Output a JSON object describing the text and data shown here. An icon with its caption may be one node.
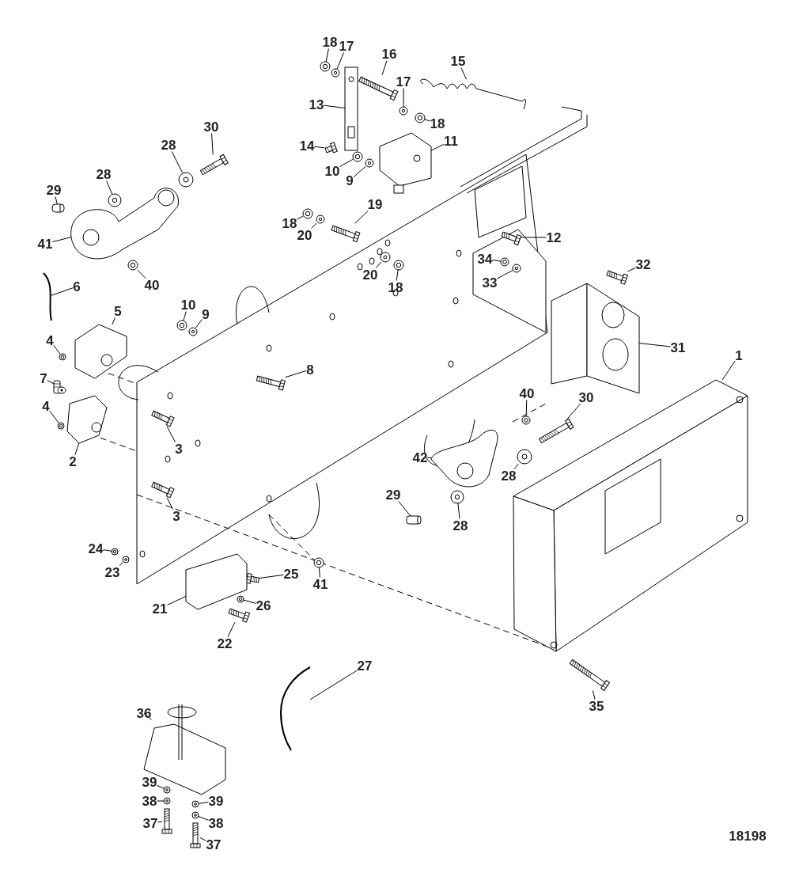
{
  "diagram": {
    "nodes": [
      {
        "text": [
          "18"
        ]
      },
      {
        "text": [
          "15"
        ]
      },
      {
        "text": [
          "17"
        ]
      },
      {
        "text": [
          "16"
        ]
      },
      {
        "text": [
          "17"
        ]
      },
      {
        "text": [
          "13"
        ]
      },
      {
        "text": [
          "18"
        ]
      },
      {
        "text": [
          "30"
        ]
      },
      {
        "text": [
          "11"
        ]
      },
      {
        "text": [
          "28"
        ]
      },
      {
        "text": [
          "14"
        ]
      },
      {
        "text": [
          "10"
        ]
      },
      {
        "text": [
          "9"
        ]
      },
      {
        "text": [
          "28"
        ]
      },
      {
        "text": [
          "29"
        ]
      },
      {
        "text": [
          "19"
        ]
      },
      {
        "text": [
          "18"
        ]
      },
      {
        "text": [
          "12"
        ]
      },
      {
        "text": [
          "20"
        ]
      },
      {
        "text": [
          "41"
        ]
      },
      {
        "text": [
          "34"
        ]
      },
      {
        "text": [
          "32"
        ]
      },
      {
        "text": [
          "20"
        ]
      },
      {
        "text": [
          "33"
        ]
      },
      {
        "text": [
          "40"
        ]
      },
      {
        "text": [
          "6"
        ]
      },
      {
        "text": [
          "18"
        ]
      },
      {
        "text": [
          "10"
        ]
      },
      {
        "text": [
          "5"
        ]
      },
      {
        "text": [
          "9"
        ]
      },
      {
        "text": [
          "31"
        ]
      },
      {
        "text": [
          "1"
        ]
      },
      {
        "text": [
          "4"
        ]
      },
      {
        "text": [
          "8"
        ]
      },
      {
        "text": [
          "7"
        ]
      },
      {
        "text": [
          "40"
        ]
      },
      {
        "text": [
          "30"
        ]
      },
      {
        "text": [
          "4"
        ]
      },
      {
        "text": [
          "3"
        ]
      },
      {
        "text": [
          "42"
        ]
      },
      {
        "text": [
          "2"
        ]
      },
      {
        "text": [
          "28"
        ]
      },
      {
        "text": [
          "29"
        ]
      },
      {
        "text": [
          "3"
        ]
      },
      {
        "text": [
          "28"
        ]
      },
      {
        "text": [
          "24"
        ]
      },
      {
        "text": [
          "23"
        ]
      },
      {
        "text": [
          "25"
        ]
      },
      {
        "text": [
          "41"
        ]
      },
      {
        "text": [
          "26"
        ]
      },
      {
        "text": [
          "21"
        ]
      },
      {
        "text": [
          "22"
        ]
      },
      {
        "text": [
          "27"
        ]
      },
      {
        "text": [
          "35"
        ]
      },
      {
        "text": [
          "36"
        ]
      },
      {
        "text": [
          "39"
        ]
      },
      {
        "text": [
          "38"
        ]
      },
      {
        "text": [
          "39"
        ]
      },
      {
        "text": [
          "37"
        ]
      },
      {
        "text": [
          "38"
        ]
      },
      {
        "text": [
          "37"
        ]
      },
      {
        "text": [],
        "shape": "picture"
      },
      {
        "text": [],
        "shape": "picture"
      },
      {
        "text": [],
        "shape": "picture"
      },
      {
        "text": [],
        "shape": "picture"
      },
      {
        "text": [],
        "shape": "picture"
      },
      {
        "text": [],
        "shape": "picture"
      },
      {
        "text": [],
        "shape": "picture"
      },
      {
        "text": [],
        "shape": "picture"
      },
      {
        "text": [],
        "shape": "picture"
      },
      {
        "text": [],
        "shape": "picture"
      },
      {
        "text": [],
        "shape": "picture"
      },
      {
        "text": [],
        "shape": "picture"
      },
      {
        "text": [],
        "shape": "picture"
      },
      {
        "text": [],
        "shape": "picture"
      },
      {
        "text": [],
        "shape": "picture"
      },
      {
        "text": [],
        "shape": "picture"
      },
      {
        "text": [],
        "shape": "picture"
      },
      {
        "text": [],
        "shape": "picture"
      },
      {
        "text": [],
        "shape": "picture"
      },
      {
        "text": [],
        "shape": "picture"
      },
      {
        "text": [],
        "shape": "picture"
      },
      {
        "text": [],
        "shape": "picture"
      },
      {
        "text": [],
        "shape": "picture"
      },
      {
        "text": [],
        "shape": "picture"
      },
      {
        "text": [],
        "shape": "picture"
      },
      {
        "text": [],
        "shape": "picture"
      },
      {
        "text": [],
        "shape": "picture"
      },
      {
        "text": [],
        "shape": "picture"
      },
      {
        "text": [],
        "shape": "picture"
      },
      {
        "text": [],
        "shape": "picture"
      },
      {
        "text": [],
        "shape": "picture"
      },
      {
        "text": [],
        "shape": "picture"
      },
      {
        "text": [],
        "shape": "picture"
      },
      {
        "text": [],
        "shape": "picture"
      },
      {
        "text": [],
        "shape": "picture"
      },
      {
        "text": [],
        "shape": "picture"
      },
      {
        "text": [],
        "shape": "picture"
      },
      {
        "text": [],
        "shape": "picture"
      },
      {
        "text": [],
        "shape": "picture"
      },
      {
        "text": [],
        "shape": "picture"
      },
      {
        "text": [],
        "shape": "picture"
      },
      {
        "text": [],
        "shape": "picture"
      },
      {
        "text": [],
        "shape": "picture"
      },
      {
        "text": [],
        "shape": "picture"
      },
      {
        "text": [],
        "shape": "picture"
      },
      {
        "text": [],
        "shape": "picture"
      },
      {
        "text": [],
        "shape": "picture"
      },
      {
        "text": [],
        "shape": "picture"
      },
      {
        "text": [],
        "shape": "picture"
      },
      {
        "text": [],
        "shape": "picture"
      },
      {
        "text": [],
        "shape": "picture"
      },
      {
        "text": [],
        "shape": "picture"
      },
      {
        "text": [],
        "shape": "picture"
      },
      {
        "text": [],
        "shape": "picture"
      },
      {
        "text": [],
        "shape": "picture"
      },
      {
        "text": [],
        "shape": "picture"
      },
      {
        "text": [],
        "shape": "picture"
      },
      {
        "text": [],
        "shape": "picture"
      },
      {
        "text": [],
        "shape": "picture"
      },
      {
        "text": [],
        "shape": "picture"
      },
      {
        "text": [],
        "shape": "picture"
      }
    ],
    "edges": [
      {
        "from": 0,
        "to": 61,
        "arrow": "none"
      },
      {
        "from": 1,
        "to": 62,
        "arrow": "none"
      },
      {
        "from": 2,
        "to": 63,
        "arrow": "none"
      },
      {
        "from": 3,
        "to": 64,
        "arrow": "none"
      },
      {
        "from": 4,
        "to": 65,
        "arrow": "none"
      },
      {
        "from": 5,
        "to": 66,
        "arrow": "none"
      },
      {
        "from": 6,
        "to": 67,
        "arrow": "none"
      },
      {
        "from": 7,
        "to": 68,
        "arrow": "none"
      },
      {
        "from": 8,
        "to": 69,
        "arrow": "none"
      },
      {
        "from": 9,
        "to": 70,
        "arrow": "none"
      },
      {
        "from": 10,
        "to": 71,
        "arrow": "none"
      },
      {
        "from": 11,
        "to": 72,
        "arrow": "none"
      },
      {
        "from": 12,
        "to": 73,
        "arrow": "none"
      },
      {
        "from": 13,
        "to": 74,
        "arrow": "none"
      },
      {
        "from": 14,
        "to": 75,
        "arrow": "none"
      },
      {
        "from": 15,
        "to": 76,
        "arrow": "none"
      },
      {
        "from": 16,
        "to": 77,
        "arrow": "none"
      },
      {
        "from": 17,
        "to": 78,
        "arrow": "none"
      },
      {
        "from": 18,
        "to": 79,
        "arrow": "none"
      },
      {
        "from": 19,
        "to": 80,
        "arrow": "none"
      },
      {
        "from": 20,
        "to": 81,
        "arrow": "none"
      },
      {
        "from": 21,
        "to": 82,
        "arrow": "none"
      },
      {
        "from": 22,
        "to": 83,
        "arrow": "none"
      },
      {
        "from": 23,
        "to": 84,
        "arrow": "none"
      },
      {
        "from": 24,
        "to": 85,
        "arrow": "none"
      },
      {
        "from": 25,
        "to": 86,
        "arrow": "none"
      },
      {
        "from": 26,
        "to": 87,
        "arrow": "none"
      },
      {
        "from": 27,
        "to": 88,
        "arrow": "none"
      },
      {
        "from": 28,
        "to": 89,
        "arrow": "none"
      },
      {
        "from": 29,
        "to": 90,
        "arrow": "none"
      },
      {
        "from": 30,
        "to": 91,
        "arrow": "none"
      },
      {
        "from": 31,
        "to": 92,
        "arrow": "none"
      },
      {
        "from": 32,
        "to": 93,
        "arrow": "none"
      },
      {
        "from": 33,
        "to": 94,
        "arrow": "none"
      },
      {
        "from": 34,
        "to": 95,
        "arrow": "none"
      },
      {
        "from": 35,
        "to": 96,
        "arrow": "none"
      },
      {
        "from": 36,
        "to": 97,
        "arrow": "none"
      },
      {
        "from": 37,
        "to": 98,
        "arrow": "none"
      },
      {
        "from": 38,
        "to": 99,
        "arrow": "none"
      },
      {
        "from": 39,
        "to": 100,
        "arrow": "none"
      },
      {
        "from": 40,
        "to": 101,
        "arrow": "none"
      },
      {
        "from": 41,
        "to": 102,
        "arrow": "none"
      },
      {
        "from": 42,
        "to": 103,
        "arrow": "none"
      },
      {
        "from": 43,
        "to": 104,
        "arrow": "none"
      },
      {
        "from": 44,
        "to": 105,
        "arrow": "none"
      },
      {
        "from": 45,
        "to": 106,
        "arrow": "none"
      },
      {
        "from": 46,
        "to": 107,
        "arrow": "none"
      },
      {
        "from": 47,
        "to": 108,
        "arrow": "none"
      },
      {
        "from": 48,
        "to": 109,
        "arrow": "none"
      },
      {
        "from": 49,
        "to": 110,
        "arrow": "none"
      },
      {
        "from": 50,
        "to": 111,
        "arrow": "none"
      },
      {
        "from": 51,
        "to": 112,
        "arrow": "none"
      },
      {
        "from": 52,
        "to": 113,
        "arrow": "none"
      },
      {
        "from": 53,
        "to": 114,
        "arrow": "none"
      },
      {
        "from": 54,
        "to": 115,
        "arrow": "none"
      },
      {
        "from": 55,
        "to": 116,
        "arrow": "none"
      },
      {
        "from": 56,
        "to": 117,
        "arrow": "none"
      },
      {
        "from": 57,
        "to": 118,
        "arrow": "none"
      },
      {
        "from": 58,
        "to": 119,
        "arrow": "none"
      },
      {
        "from": 59,
        "to": 120,
        "arrow": "none"
      },
      {
        "from": 60,
        "to": 121,
        "arrow": "none"
      }
    ],
    "labels": [
      "18198"
    ]
  }
}
